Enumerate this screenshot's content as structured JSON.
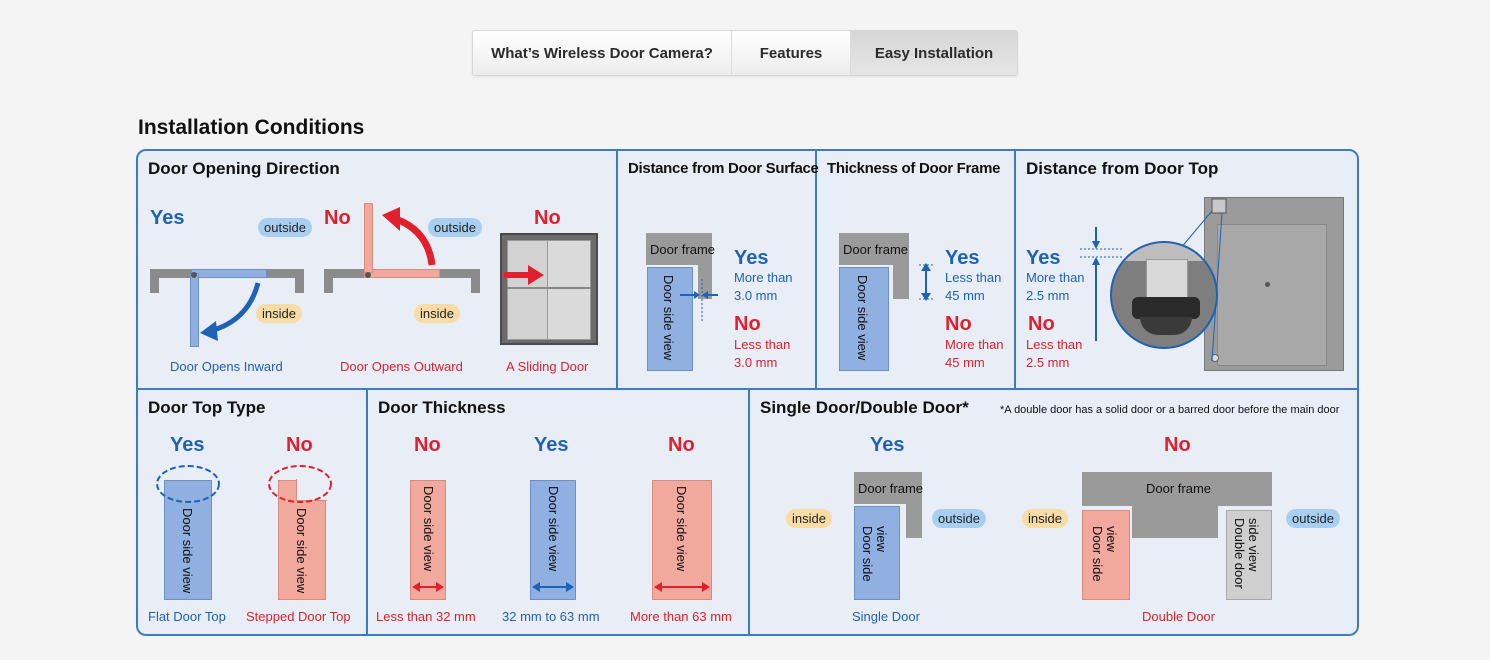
{
  "tabs": [
    {
      "label": "What’s Wireless Door Camera?"
    },
    {
      "label": "Features"
    },
    {
      "label": "Easy Installation"
    }
  ],
  "heading": "Installation Conditions",
  "panels": {
    "opening": {
      "title": "Door Opening Direction",
      "inward": {
        "verdict": "Yes",
        "outside": "outside",
        "inside": "inside",
        "caption": "Door Opens Inward"
      },
      "outward": {
        "verdict": "No",
        "outside": "outside",
        "inside": "inside",
        "caption": "Door Opens Outward"
      },
      "sliding": {
        "verdict": "No",
        "caption": "A Sliding Door"
      }
    },
    "surface": {
      "title": "Distance from Door Surface",
      "frame_label": "Door frame",
      "side_label": "Door side view",
      "yes": "Yes",
      "yes_text_1": "More than",
      "yes_text_2": "3.0 mm",
      "no": "No",
      "no_text_1": "Less than",
      "no_text_2": "3.0 mm"
    },
    "thickness_frame": {
      "title": "Thickness of Door Frame",
      "frame_label": "Door frame",
      "side_label": "Door side view",
      "yes": "Yes",
      "yes_text_1": "Less than",
      "yes_text_2": "45 mm",
      "no": "No",
      "no_text_1": "More than",
      "no_text_2": "45 mm"
    },
    "top_distance": {
      "title": "Distance from Door Top",
      "yes": "Yes",
      "yes_text_1": "More than",
      "yes_text_2": "2.5 mm",
      "no": "No",
      "no_text_1": "Less than",
      "no_text_2": "2.5 mm"
    },
    "top_type": {
      "title": "Door Top Type",
      "flat": {
        "verdict": "Yes",
        "side_label": "Door side view",
        "caption": "Flat Door Top"
      },
      "stepped": {
        "verdict": "No",
        "side_label": "Door side view",
        "caption": "Stepped Door Top"
      }
    },
    "door_thickness": {
      "title": "Door Thickness",
      "thin": {
        "verdict": "No",
        "side_label": "Door side view",
        "caption": "Less than 32 mm"
      },
      "ok": {
        "verdict": "Yes",
        "side_label": "Door side view",
        "caption": "32 mm to 63 mm"
      },
      "thick": {
        "verdict": "No",
        "side_label": "Door side view",
        "caption": "More than 63 mm"
      }
    },
    "single_double": {
      "title": "Single Door/Double Door*",
      "note": "*A double door has a solid door or a barred door before the main door",
      "single": {
        "verdict": "Yes",
        "frame_label": "Door frame",
        "side_label_1": "Door side",
        "side_label_2": "view",
        "inside": "inside",
        "outside": "outside",
        "caption": "Single Door"
      },
      "double": {
        "verdict": "No",
        "frame_label": "Door frame",
        "side_label_1": "Door side",
        "side_label_2": "view",
        "double_label_1": "Double door",
        "double_label_2": "side view",
        "inside": "inside",
        "outside": "outside",
        "caption": "Double Door"
      }
    }
  },
  "colors": {
    "accent": "#3a7dc6",
    "yes": "#1d62b6",
    "no": "#e0202c",
    "panel_bg": "#e9edf6"
  }
}
